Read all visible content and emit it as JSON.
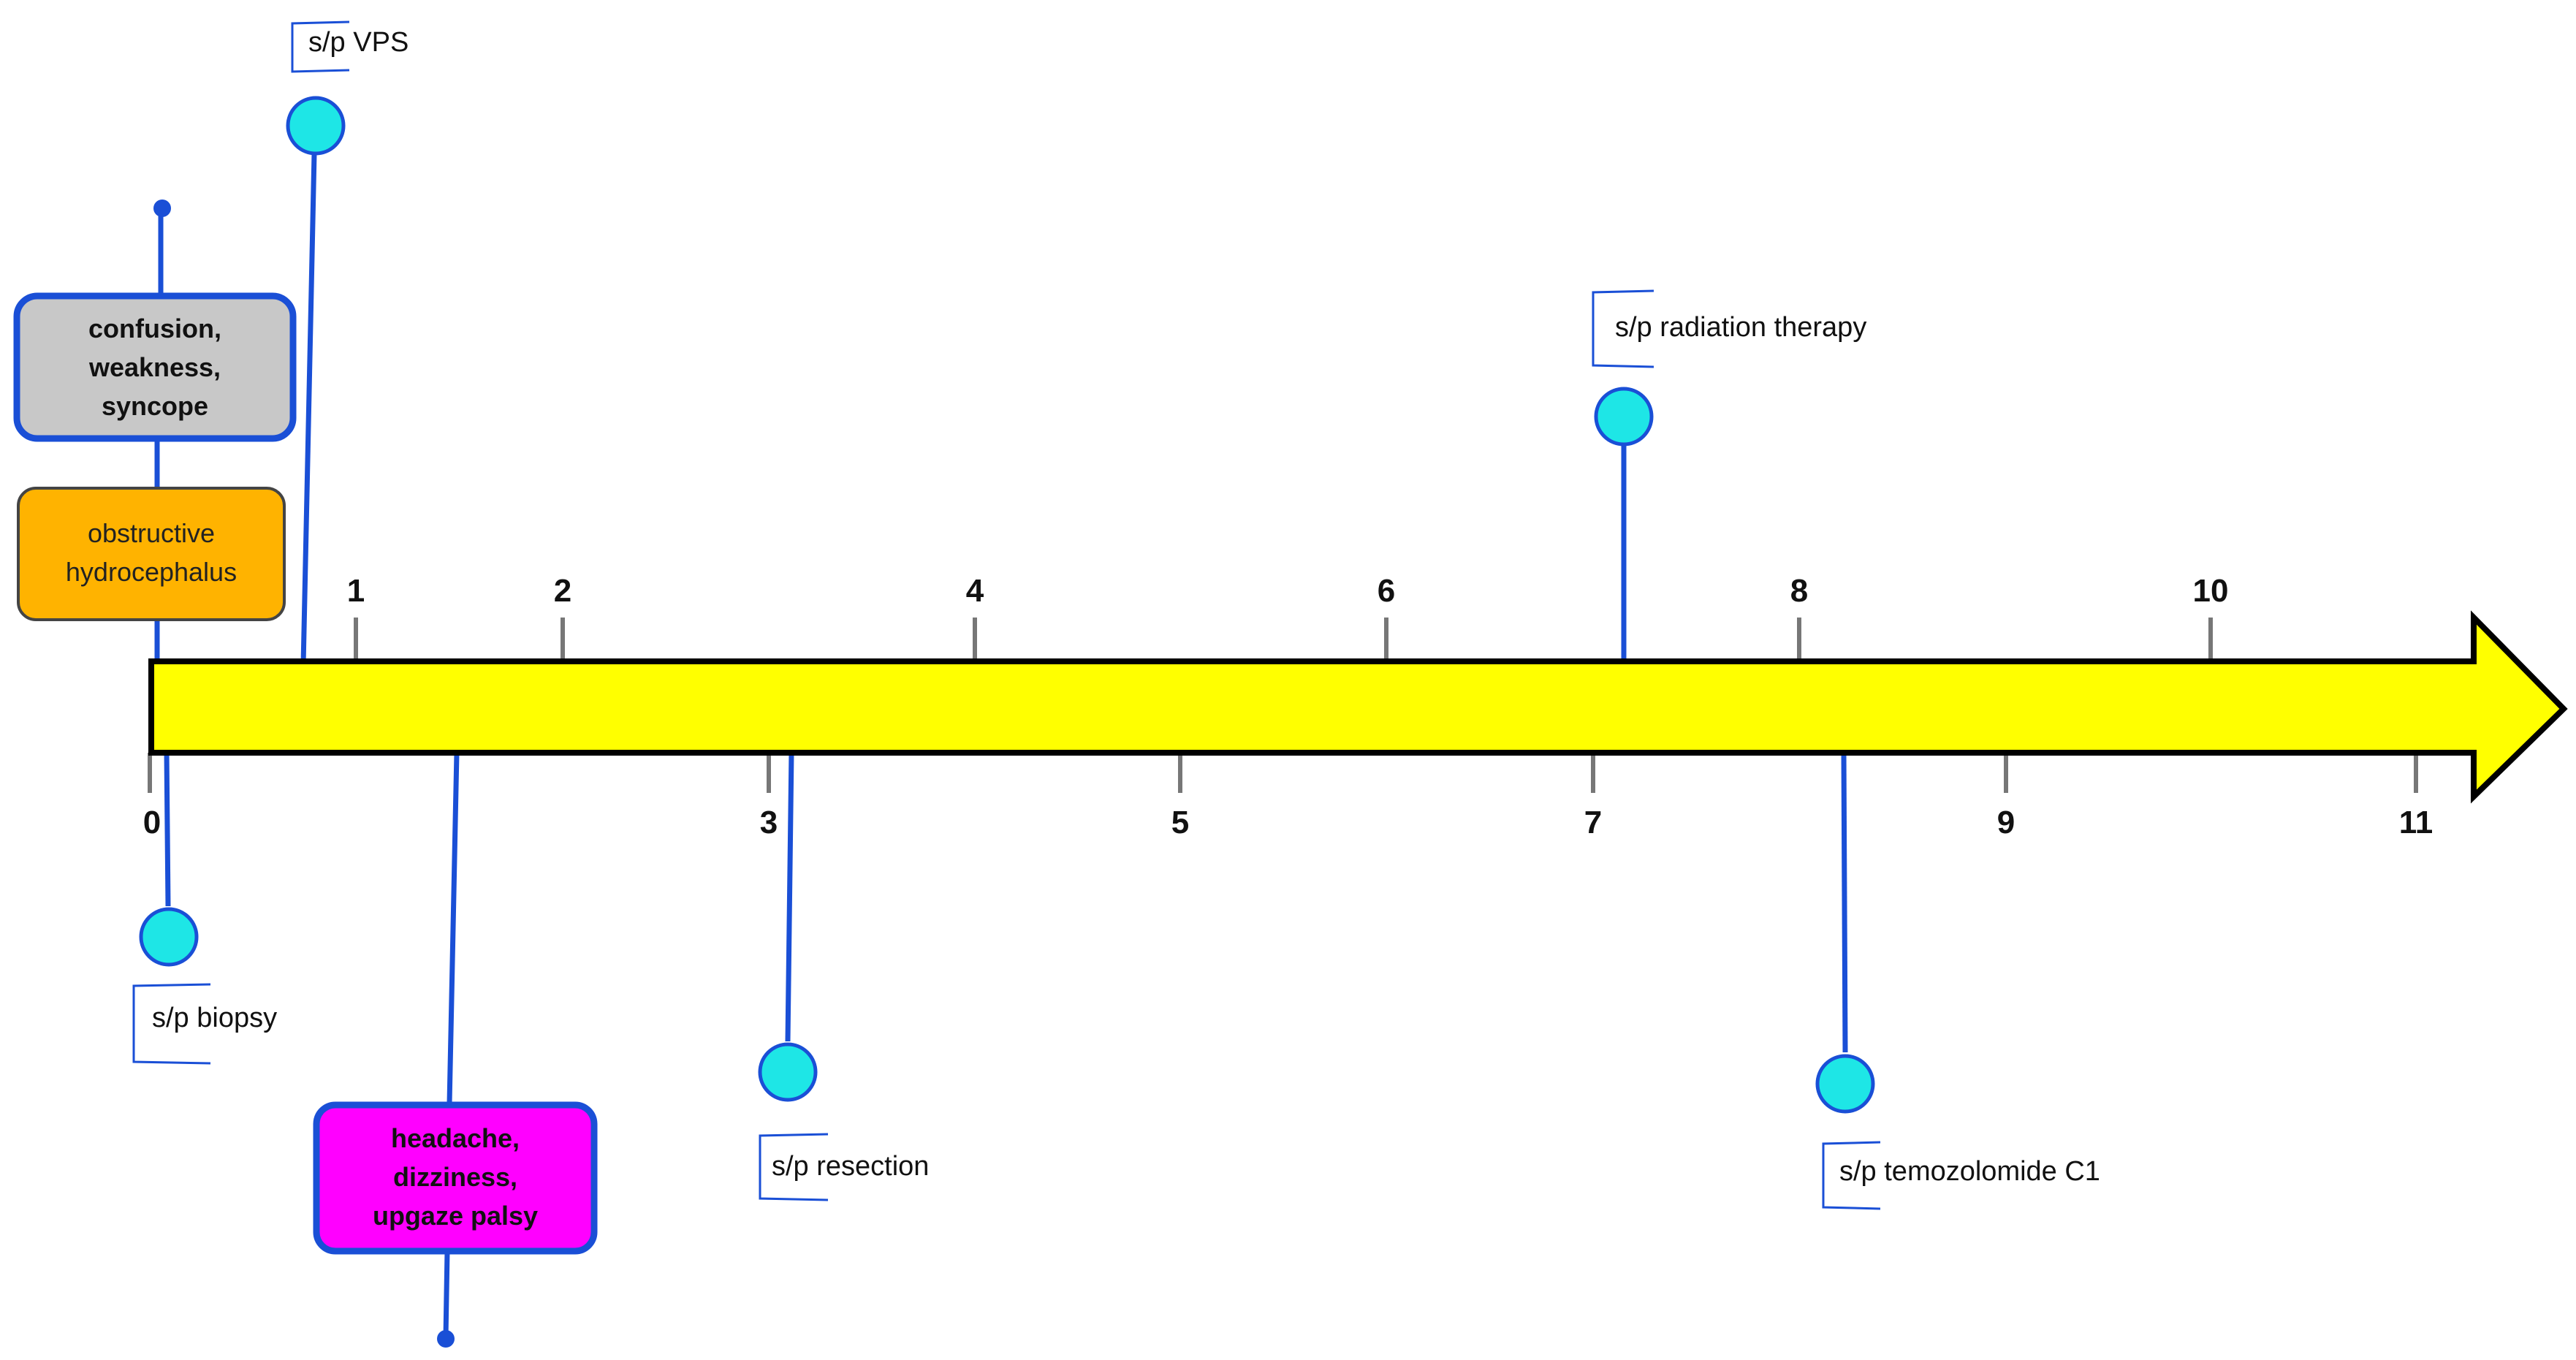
{
  "timeline": {
    "arrow_color": "#ffff00",
    "line_color": "#1a4fd6",
    "marker_color": "#1ee6e6",
    "top_ticks": [
      "1",
      "2",
      "4",
      "6",
      "8",
      "10"
    ],
    "bottom_ticks": [
      "0",
      "3",
      "5",
      "7",
      "9",
      "11"
    ]
  },
  "events": {
    "vps": "s/p VPS",
    "biopsy": "s/p biopsy",
    "resection": "s/p resection",
    "radiation": "s/p radiation therapy",
    "temozolomide": "s/p temozolomide C1"
  },
  "boxes": {
    "symptoms_1": {
      "lines": [
        "confusion,",
        "weakness,",
        "syncope"
      ],
      "color": "#c8c8c8"
    },
    "diagnosis": {
      "lines": [
        "obstructive",
        "hydrocephalus"
      ],
      "color": "#ffb300"
    },
    "symptoms_2": {
      "lines": [
        "headache,",
        "dizziness,",
        "upgaze palsy"
      ],
      "color": "#ff00ff"
    }
  }
}
